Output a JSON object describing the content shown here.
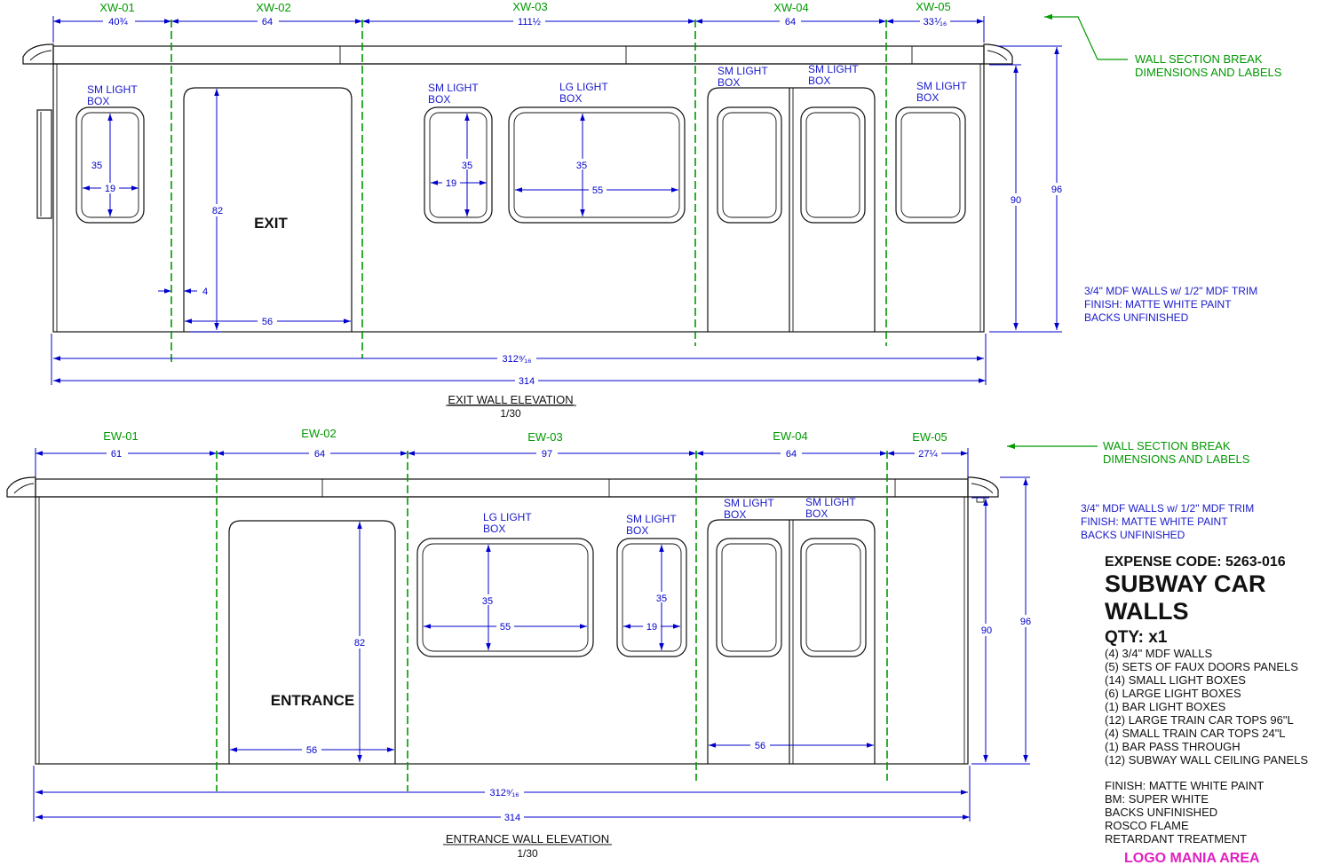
{
  "exit_wall": {
    "sections": [
      "XW-01",
      "XW-02",
      "XW-03",
      "XW-04",
      "XW-05"
    ],
    "section_dims": [
      "40¾",
      "64",
      "111½",
      "64",
      "33⅟₁₆"
    ],
    "light_labels": [
      "SM LIGHT\nBOX",
      "SM LIGHT\nBOX",
      "LG LIGHT\nBOX",
      "SM LIGHT\nBOX",
      "SM LIGHT\nBOX",
      "SM LIGHT\nBOX"
    ],
    "sm_light_1": "SM LIGHT",
    "sm_light_2": "BOX",
    "lg_light_1": "LG LIGHT",
    "door_label": "EXIT",
    "dims": {
      "box_h": "35",
      "box_w_sm": "19",
      "box_w_lg": "55",
      "door_h": "82",
      "door_w": "56",
      "trim": "4",
      "inner_h": "90",
      "outer_h": "96",
      "inner_w": "312⁹⁄₁₆",
      "outer_w": "314"
    },
    "title": "EXIT WALL ELEVATION",
    "scale": "1/30",
    "note_break_1": "WALL SECTION BREAK",
    "note_break_2": "DIMENSIONS AND LABELS",
    "note_mat_1": "3/4\" MDF WALLS w/ 1/2\" MDF TRIM",
    "note_mat_2": "FINISH: MATTE WHITE PAINT",
    "note_mat_3": "BACKS UNFINISHED"
  },
  "entrance_wall": {
    "sections": [
      "EW-01",
      "EW-02",
      "EW-03",
      "EW-04",
      "EW-05"
    ],
    "section_dims": [
      "61",
      "64",
      "97",
      "64",
      "27¼"
    ],
    "door_label": "ENTRANCE",
    "dims": {
      "box_h": "35",
      "box_w_sm": "19",
      "box_w_lg": "55",
      "door_h": "82",
      "door_w": "56",
      "dbl_door_w": "56",
      "inner_h": "90",
      "outer_h": "96",
      "inner_w": "312⁹⁄₁₆",
      "outer_w": "314"
    },
    "title": "ENTRANCE WALL ELEVATION",
    "scale": "1/30",
    "note_break_1": "WALL SECTION BREAK",
    "note_break_2": "DIMENSIONS AND LABELS",
    "note_mat_1": "3/4\" MDF WALLS w/ 1/2\" MDF TRIM",
    "note_mat_2": "FINISH: MATTE WHITE PAINT",
    "note_mat_3": "BACKS UNFINISHED"
  },
  "title_block": {
    "expense_code": "EXPENSE CODE: 5263-016",
    "title_line1": "SUBWAY CAR",
    "title_line2": "WALLS",
    "qty": "QTY: x1",
    "items": [
      "(4) 3/4\" MDF WALLS",
      "(5) SETS OF FAUX DOORS PANELS",
      "(14) SMALL LIGHT BOXES",
      "(6) LARGE LIGHT BOXES",
      "(1) BAR LIGHT BOXES",
      "(12) LARGE TRAIN CAR TOPS 96\"L",
      "(4) SMALL TRAIN CAR TOPS 24\"L",
      "(1) BAR PASS THROUGH",
      "(12) SUBWAY WALL CEILING PANELS"
    ],
    "finish": [
      "FINISH: MATTE WHITE PAINT",
      "BM: SUPER WHITE",
      "BACKS UNFINISHED",
      "ROSCO FLAME",
      "RETARDANT TREATMENT"
    ],
    "logo_area": "LOGO MANIA AREA"
  },
  "colors": {
    "dimension": "#0000cc",
    "section_break": "#009900",
    "linework": "#111111",
    "logo": "#e020c0"
  }
}
